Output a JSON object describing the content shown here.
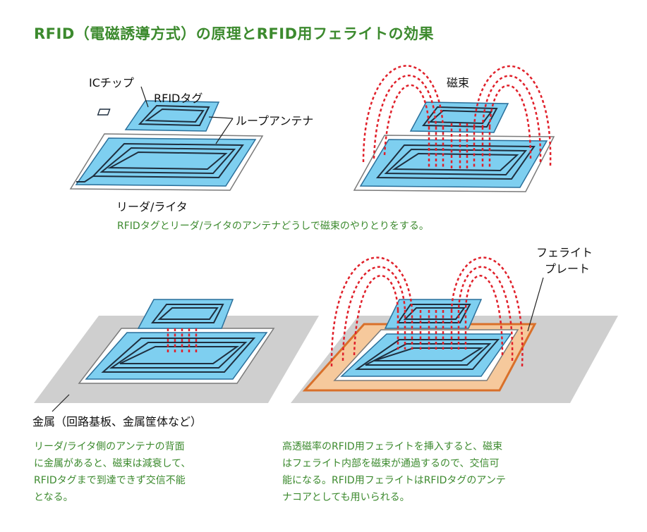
{
  "title": "RFID（電磁誘導方式）の原理とRFID用フェライトの効果",
  "labels": {
    "ic_chip": "ICチップ",
    "rfid_tag": "RFIDタグ",
    "loop_antenna": "ループアンテナ",
    "reader_writer": "リーダ/ライタ",
    "magnetic_flux": "磁束",
    "ferrite_plate_line1": "フェライト",
    "ferrite_plate_line2": "プレート",
    "metal": "金属（回路基板、金属筐体など）"
  },
  "captions": {
    "top": "RFIDタグとリーダ/ライタのアンテナどうしで磁束のやりとりをする。"
  },
  "paragraphs": {
    "left": [
      "リーダ/ライタ側のアンテナの背面",
      "に金属があると、磁束は減衰して、",
      "RFIDタグまで到達できず交信不能",
      "となる。"
    ],
    "right": [
      "高透磁率のRFID用フェライトを挿入すると、磁束",
      "はフェライト内部を磁束が通過するので、交信可",
      "能になる。RFID用フェライトはRFIDタグのアンテ",
      "ナコアとしても用いられる。"
    ]
  },
  "colors": {
    "title_green": "#3c8a2e",
    "antenna_blue": "#7ecff0",
    "flux_red": "#e0202a",
    "ferrite_orange": "#f6c99c",
    "metal_gray": "#cfcfcf"
  }
}
